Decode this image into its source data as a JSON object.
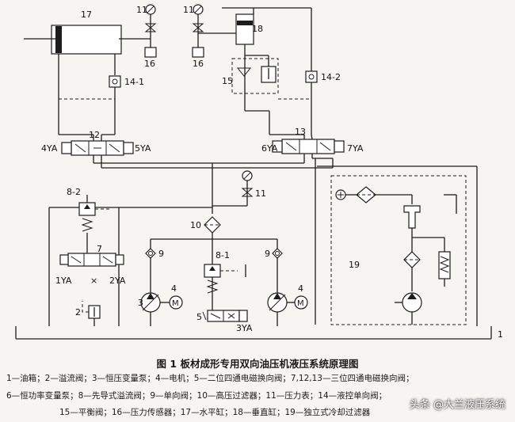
{
  "labels": {
    "n17": "17",
    "n11a": "11",
    "n11b": "11",
    "n16a": "16",
    "n16b": "16",
    "n18": "18",
    "n15": "15",
    "n14_1": "14-1",
    "n14_2": "14-2",
    "n12": "12",
    "n13": "13",
    "s4YA": "4YA",
    "s5YA": "5YA",
    "s6YA": "6YA",
    "s7YA": "7YA",
    "n8_2": "8-2",
    "n11c": "11",
    "n10": "10",
    "n9a": "9",
    "n9b": "9",
    "n8_1": "8-1",
    "n7": "7",
    "s1YA": "1YA",
    "s2YA": "2YA",
    "n3": "3",
    "n4a": "4",
    "n4b": "4",
    "n2": "2",
    "n5": "5",
    "s3YA": "3YA",
    "n19": "19",
    "n1": "1"
  },
  "caption": "图 1  板材成形专用双向油压机液压系统原理图",
  "legend": {
    "line1": "1—油箱；2—溢流阀；3—恒压变量泵；4—电机；5—二位四通电磁换向阀；7,12,13—三位四通电磁换向阀；",
    "line2": "6—恒功率变量泵；8—先导式溢流阀；9—单向阀；10—高压过滤器；11—压力表；14—液控单向阀；",
    "line3": "15—平衡阀；16—压力传感器；17—水平缸；18—垂直缸；19—独立式冷却过滤器"
  },
  "watermark": "头条 @大兰液压系统"
}
